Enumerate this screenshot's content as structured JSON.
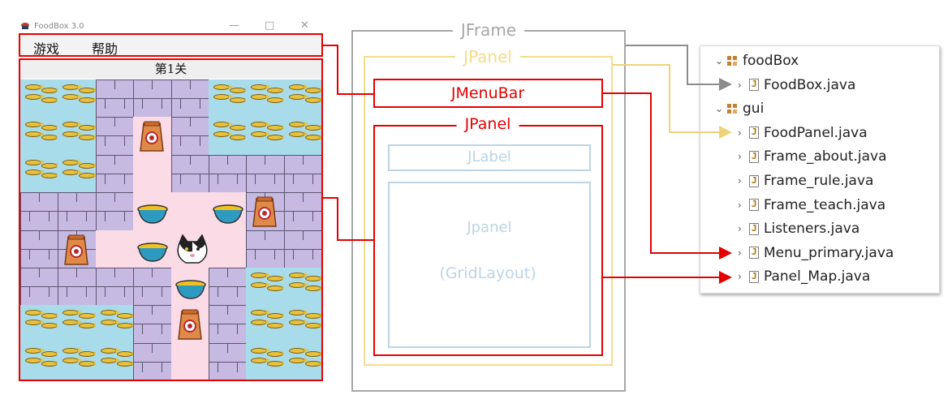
{
  "game_window": {
    "title": "FoodBox 3.0",
    "controls": [
      "—",
      "□",
      "✕"
    ],
    "menu": [
      "游戏",
      "帮助"
    ],
    "level_label": "第1关"
  },
  "component_diagram": {
    "jframe": "JFrame",
    "jpanel_outer": "JPanel",
    "jmenubar": "JMenuBar",
    "jpanel_inner": "JPanel",
    "jlabel": "JLabel",
    "grid_panel_line1": "Jpanel",
    "grid_panel_line2": "(GridLayout)"
  },
  "project_tree": {
    "packages": [
      {
        "name": "foodBox",
        "files": [
          "FoodBox.java"
        ]
      },
      {
        "name": "gui",
        "files": [
          "FoodPanel.java",
          "Frame_about.java",
          "Frame_rule.java",
          "Frame_teach.java",
          "Listeners.java",
          "Menu_primary.java",
          "Panel_Map.java"
        ]
      }
    ]
  },
  "colors": {
    "red": "#e60000",
    "gray": "#a6a6a6",
    "yellow": "#f5dc8c",
    "light_blue": "#bcd4e6",
    "water": "#a8dcea",
    "wall": "#c6b9e2",
    "floor": "#fadbe6"
  },
  "icons": {
    "tree_package": "package-icon",
    "tree_file": "java-file-icon",
    "game_cat": "cat-icon",
    "game_bowl": "bowl-icon",
    "game_foodbag": "food-bag-icon"
  }
}
